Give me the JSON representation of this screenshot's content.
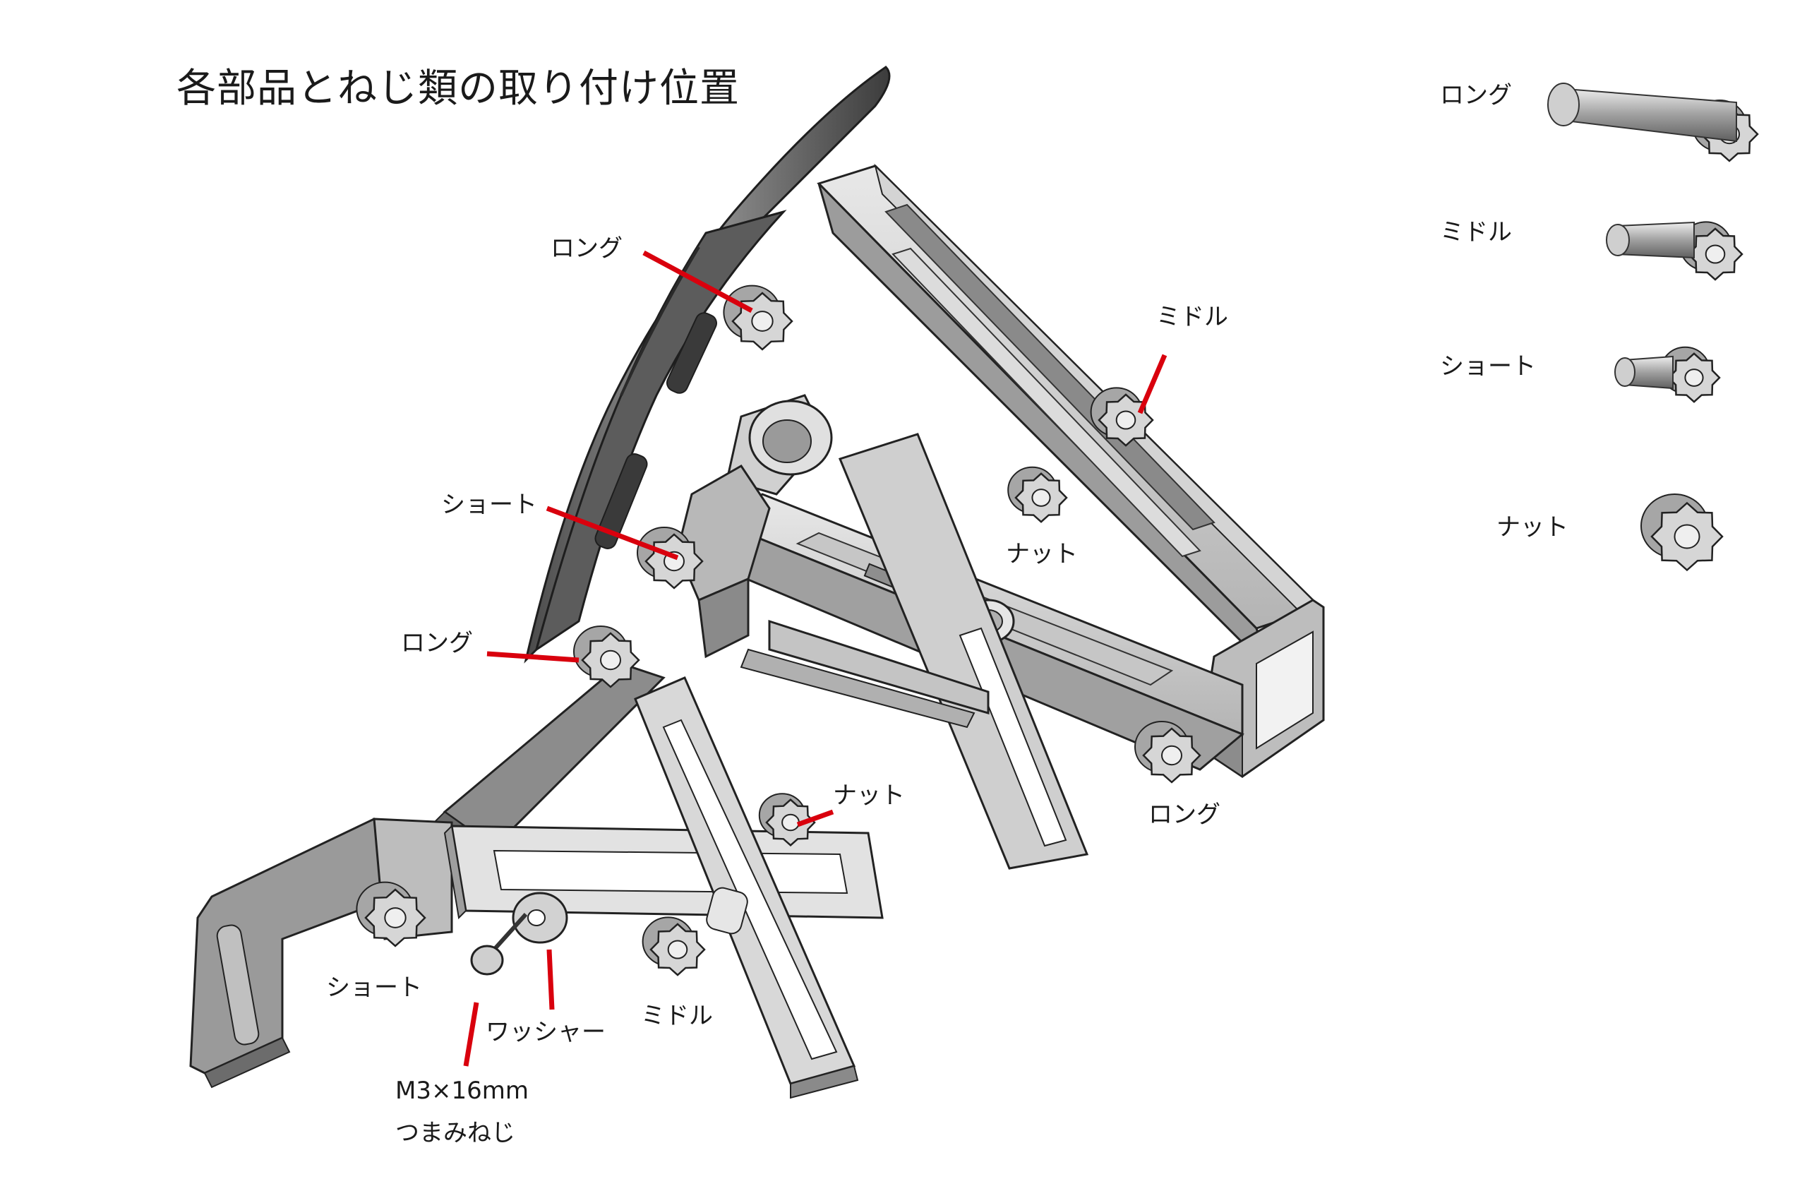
{
  "title": "各部品とねじ類の取り付け位置",
  "legend": {
    "long": "ロング",
    "middle": "ミドル",
    "short": "ショート",
    "nut": "ナット"
  },
  "callouts": {
    "long_top": "ロング",
    "middle_right": "ミドル",
    "short_center": "ショート",
    "nut_center": "ナット",
    "long_left": "ロング",
    "long_right": "ロング",
    "nut_lower": "ナット",
    "short_bottom": "ショート",
    "washer": "ワッシャー",
    "middle_bottom": "ミドル",
    "screw_line1": "M3×16mm",
    "screw_line2": "つまみねじ"
  },
  "colors": {
    "leader": "#d9000d",
    "part_fill": "#c8c8c8",
    "part_dark": "#6e6e6e",
    "part_light": "#e6e6e6",
    "stroke": "#222222"
  }
}
